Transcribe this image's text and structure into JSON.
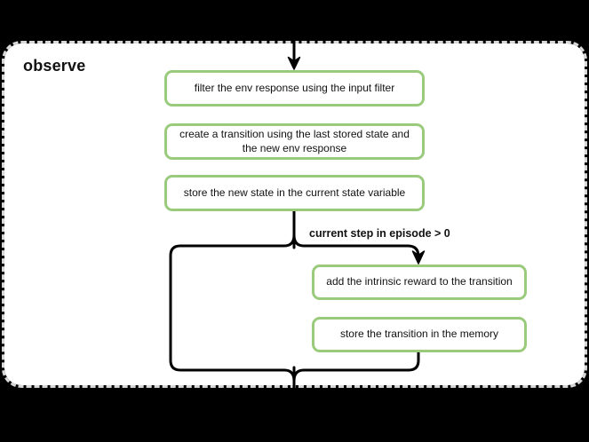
{
  "panel": {
    "title": "observe"
  },
  "flow": {
    "steps": [
      {
        "label": "filter the env response using the input filter"
      },
      {
        "label": "create a transition using the last stored state and the new env response"
      },
      {
        "label": "store the new state in the current state variable"
      },
      {
        "label": "add the intrinsic reward to the transition"
      },
      {
        "label": "store the transition in the memory"
      }
    ],
    "condition_label": "current step in episode > 0"
  },
  "colors": {
    "background": "#000000",
    "panel_bg": "#ffffff",
    "panel_border": "#d8d8d8",
    "node_border": "#9acb7d",
    "node_bg": "#ffffff",
    "connector": "#000000",
    "text": "#111111"
  }
}
